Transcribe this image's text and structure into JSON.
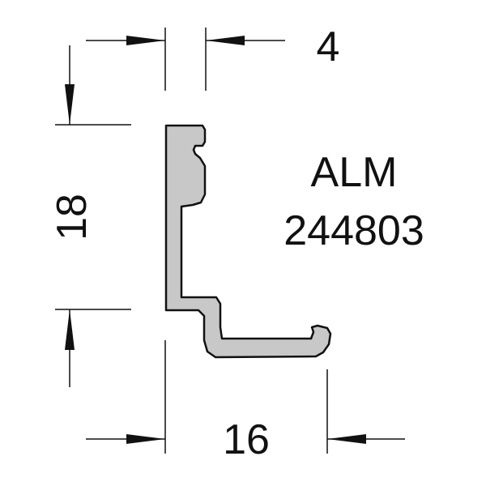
{
  "dimensions": {
    "top_width": "4",
    "height": "18",
    "bottom_width": "16"
  },
  "part": {
    "name": "ALM",
    "code": "244803"
  },
  "colors": {
    "profile_fill": "#c8c8c8",
    "line": "#111111",
    "background": "#ffffff"
  }
}
